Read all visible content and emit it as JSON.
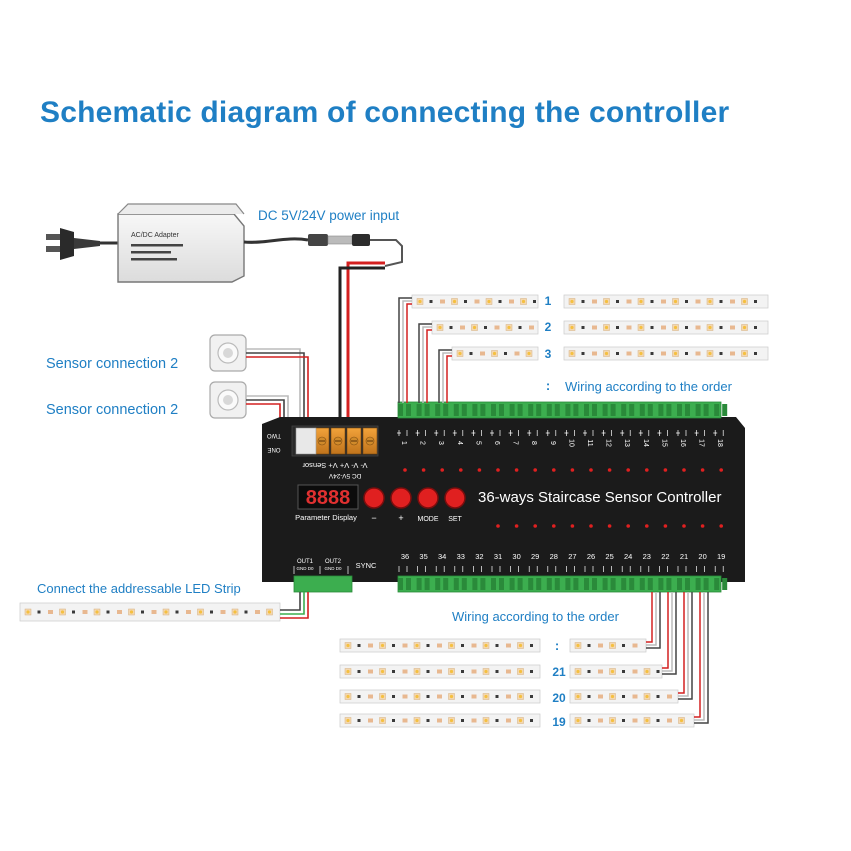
{
  "title": "Schematic diagram of connecting the controller",
  "labels": {
    "power_input": "DC  5V/24V power input",
    "sensor_1": "Sensor connection 2",
    "sensor_2": "Sensor connection 2",
    "led_strip": "Connect the addressable LED Strip",
    "wiring_top": "Wiring according to the order",
    "wiring_bottom": "Wiring according to the order",
    "ellipsis": ":"
  },
  "adapter": {
    "label": "AC/DC Adapter"
  },
  "controller": {
    "name": "36-ways Staircase Sensor Controller",
    "display_caption": "Parameter Display",
    "display_value": "8888",
    "input_terminal_caption": "V-  V-  V+  V+ Sensor",
    "input_terminal_sub": "DC 5V-24V",
    "one_label": "ONE",
    "two_label": "TWO",
    "sync_label": "SYNC",
    "out1_label": "OUT1",
    "out2_label": "OUT2",
    "gnd_d0_label": "GND D0",
    "buttons": [
      "−",
      "+",
      "MODE",
      "SET"
    ],
    "top_channels": [
      "1",
      "2",
      "3",
      "4",
      "5",
      "6",
      "7",
      "8",
      "9",
      "10",
      "11",
      "12",
      "13",
      "14",
      "15",
      "16",
      "17",
      "18"
    ],
    "bottom_channels": [
      "36",
      "35",
      "34",
      "33",
      "32",
      "31",
      "30",
      "29",
      "28",
      "27",
      "26",
      "25",
      "24",
      "23",
      "22",
      "21",
      "20",
      "19"
    ]
  },
  "strip_numbers_top": [
    "1",
    "2",
    "3"
  ],
  "strip_numbers_bottom": [
    "21",
    "20",
    "19"
  ],
  "colors": {
    "title_blue": "#1f7fc4",
    "controller_body": "#1b1b1b",
    "terminal_green": "#3cae4f",
    "button_red": "#e02020",
    "wire_red": "#d42020",
    "wire_black": "#222222",
    "strip_bg": "#f3f3f3"
  }
}
